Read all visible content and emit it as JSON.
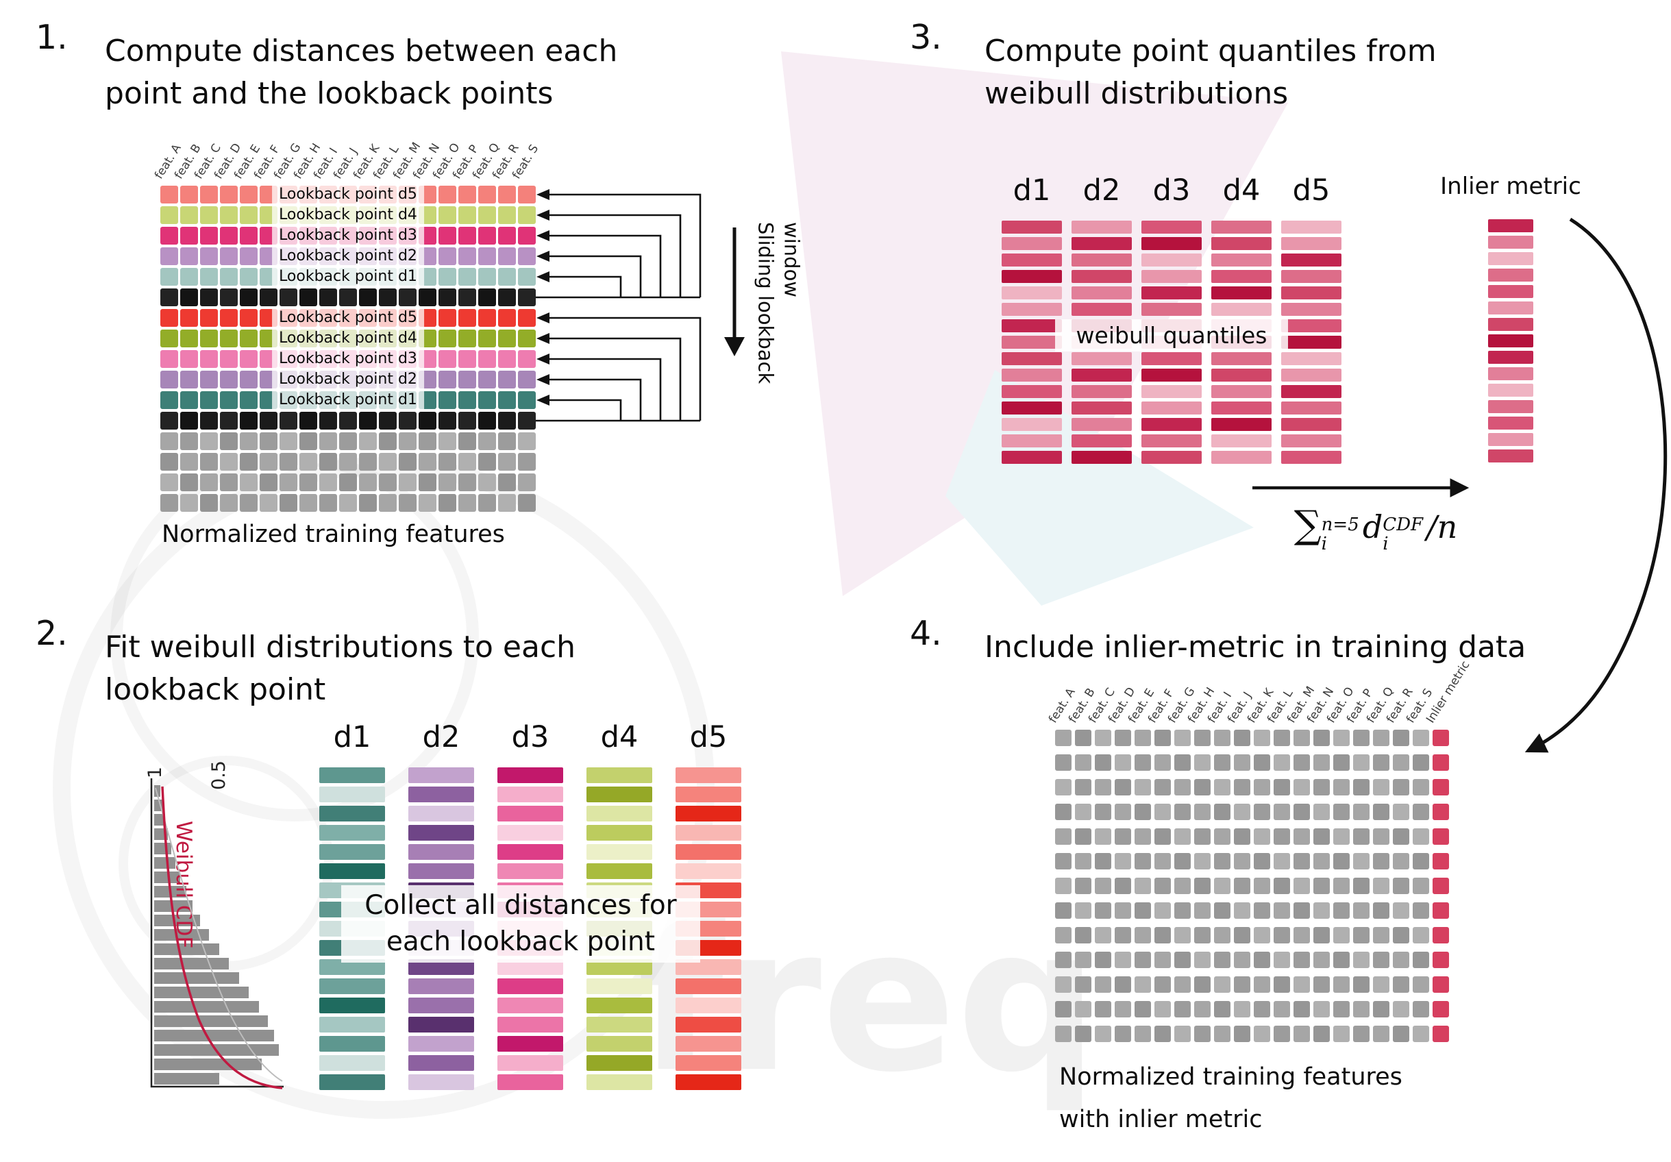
{
  "watermark": {
    "text": "freq"
  },
  "panel1": {
    "number": "1.",
    "title": "Compute distances between each point and the lookback points",
    "caption": "Normalized training features",
    "sliding_label": "Sliding lookback\nwindow",
    "features": [
      "feat. A",
      "feat. B",
      "feat. C",
      "feat. D",
      "feat. E",
      "feat. F",
      "feat. G",
      "feat. H",
      "feat. I",
      "feat. J",
      "feat. K",
      "feat. L",
      "feat. M",
      "feat. N",
      "feat. O",
      "feat. P",
      "feat. Q",
      "feat. R",
      "feat. S"
    ],
    "rows": [
      {
        "label": "Lookback point d5",
        "palette": [
          "#f4817b",
          "#f7a09b",
          "#f06a62",
          "#f9b9b5",
          "#ee5850"
        ]
      },
      {
        "label": "Lookback point d4",
        "palette": [
          "#d3de8e",
          "#dde6a8",
          "#c8d675",
          "#e9efc4",
          "#bfd060"
        ]
      },
      {
        "label": "Lookback point d3",
        "palette": [
          "#ec6ba2",
          "#f291bb",
          "#e64b8c",
          "#f7b8d2",
          "#e03377"
        ]
      },
      {
        "label": "Lookback point d2",
        "palette": [
          "#a276b1",
          "#b891c4",
          "#8d5ba0",
          "#cdb0d6",
          "#7d4a91"
        ]
      },
      {
        "label": "Lookback point d1",
        "palette": [
          "#5f9a92",
          "#7fafa8",
          "#47867d",
          "#a3c6c0",
          "#35716a"
        ]
      },
      {
        "label": null,
        "palette": [
          "#1b1b1b",
          "#141414",
          "#232323"
        ]
      },
      {
        "label": "Lookback point d5",
        "palette": [
          "#f25048",
          "#f4726b",
          "#ee3a31",
          "#f79089",
          "#e92e24"
        ]
      },
      {
        "label": "Lookback point d4",
        "palette": [
          "#b1c847",
          "#c1d35f",
          "#a0ba32",
          "#cfdd7e",
          "#93ad28"
        ]
      },
      {
        "label": "Lookback point d3",
        "palette": [
          "#e9559b",
          "#ee7cb0",
          "#df3185",
          "#f4a3c6",
          "#d42273"
        ]
      },
      {
        "label": "Lookback point d2",
        "palette": [
          "#7b4f92",
          "#916aa5",
          "#663d7e",
          "#a786b8",
          "#57346d"
        ]
      },
      {
        "label": "Lookback point d1",
        "palette": [
          "#3d7f77",
          "#58948c",
          "#2b6b63",
          "#74a8a1",
          "#1f5c54"
        ]
      },
      {
        "label": null,
        "palette": [
          "#1b1b1b",
          "#141414",
          "#232323"
        ]
      },
      {
        "label": null,
        "palette": [
          "#a6a6a6",
          "#9c9c9c",
          "#b0b0b0",
          "#949494"
        ]
      },
      {
        "label": null,
        "palette": [
          "#a6a6a6",
          "#9c9c9c",
          "#b0b0b0",
          "#949494"
        ]
      },
      {
        "label": null,
        "palette": [
          "#a6a6a6",
          "#9c9c9c",
          "#b0b0b0",
          "#949494"
        ]
      },
      {
        "label": null,
        "palette": [
          "#a6a6a6",
          "#9c9c9c",
          "#b0b0b0",
          "#949494"
        ]
      }
    ]
  },
  "panel2": {
    "number": "2.",
    "title": "Fit weibull distributions to each lookback point",
    "overlay": "Collect all distances for each lookback point",
    "bars_per_column": 17,
    "plot": {
      "ticks": [
        "1",
        "0.5"
      ],
      "ylabel": "Weibull CDF",
      "curve_color": "#c01a41",
      "hist": [
        0.05,
        0.07,
        0.09,
        0.11,
        0.14,
        0.17,
        0.21,
        0.26,
        0.31,
        0.37,
        0.44,
        0.52,
        0.6,
        0.68,
        0.76,
        0.84,
        0.91,
        0.96,
        1.0,
        0.86,
        0.52
      ]
    },
    "columns": [
      {
        "label": "d1",
        "palette": [
          "#5e978f",
          "#7fafa8",
          "#a5c7c2",
          "#417f77",
          "#1f6b5f",
          "#cfe0dd",
          "#6da19a"
        ]
      },
      {
        "label": "d2",
        "palette": [
          "#8d61a0",
          "#a77fb5",
          "#c2a2cd",
          "#6f4587",
          "#59306e",
          "#d9c6e0",
          "#9a70ab"
        ]
      },
      {
        "label": "d3",
        "palette": [
          "#e9639d",
          "#ef87b4",
          "#f5aecb",
          "#dd3d87",
          "#c2186b",
          "#f9cfe0",
          "#ec74a8"
        ]
      },
      {
        "label": "d4",
        "palette": [
          "#bccc5e",
          "#ccd980",
          "#dde6a4",
          "#a9bc3e",
          "#95a827",
          "#ecf0c8",
          "#c3d16d"
        ]
      },
      {
        "label": "d5",
        "palette": [
          "#f3716a",
          "#f69490",
          "#f9b7b3",
          "#ee4d44",
          "#e52718",
          "#fccfcc",
          "#f5837c"
        ]
      }
    ]
  },
  "panel3": {
    "number": "3.",
    "title": "Compute point quantiles from weibull distributions",
    "overlay": "weibull quantiles",
    "inlier_label": "Inlier metric",
    "bars_per_column": 15,
    "palette": [
      "#d04668",
      "#dd6d89",
      "#c22550",
      "#e896ab",
      "#efb3c2",
      "#b5123d",
      "#d85577",
      "#e27f99"
    ],
    "columns": [
      {
        "label": "d1"
      },
      {
        "label": "d2"
      },
      {
        "label": "d3"
      },
      {
        "label": "d4"
      },
      {
        "label": "d5"
      }
    ],
    "formula": {
      "sum": "∑",
      "sum_sup": "n=5",
      "sum_sub": "i",
      "term": "d",
      "term_sup": "CDF",
      "term_sub": "i",
      "tail": "/n"
    }
  },
  "panel4": {
    "number": "4.",
    "title": "Include inlier-metric in training data",
    "caption_line1": "Normalized training features",
    "caption_line2": "with inlier metric",
    "features": [
      "feat. A",
      "feat. B",
      "feat. C",
      "feat. D",
      "feat. E",
      "feat. F",
      "feat. G",
      "feat. H",
      "feat. I",
      "feat. J",
      "feat. K",
      "feat. L",
      "feat. M",
      "feat. N",
      "feat. O",
      "feat. P",
      "feat. Q",
      "feat. R",
      "feat. S",
      "Inlier metric"
    ],
    "grid": {
      "rows": 13,
      "cols": 20,
      "gray_palette": [
        "#a6a6a6",
        "#9c9c9c",
        "#b0b0b0",
        "#969696"
      ],
      "inlier_palette": [
        "#e25e78",
        "#ea8ba0",
        "#d63f5f",
        "#f0aebc",
        "#cc2a4e"
      ]
    }
  }
}
